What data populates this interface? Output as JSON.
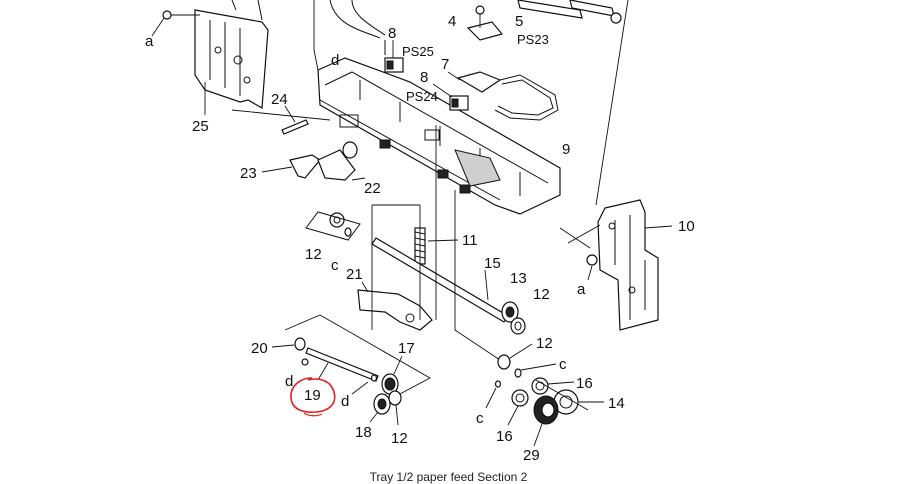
{
  "labels": {
    "a_top": "a",
    "n25": "25",
    "n24": "24",
    "d_top": "d",
    "n8_top": "8",
    "ps25": "PS25",
    "n4": "4",
    "n5": "5",
    "ps23": "PS23",
    "n7": "7",
    "n8_mid": "8",
    "ps24": "PS24",
    "n9": "9",
    "n23": "23",
    "n22": "22",
    "n10": "10",
    "n12_a": "12",
    "c_a": "c",
    "n11": "11",
    "n15": "15",
    "n13": "13",
    "n12_b": "12",
    "a_right": "a",
    "n21": "21",
    "n20": "20",
    "n17": "17",
    "n12_c": "12",
    "c_b": "c",
    "d_left": "d",
    "n19": "19",
    "d_bottom": "d",
    "n16_a": "16",
    "n14": "14",
    "n18": "18",
    "n12_d": "12",
    "c_c": "c",
    "n16_b": "16",
    "n29": "29"
  },
  "caption": "Tray 1/2 paper feed Section 2",
  "colors": {
    "highlight_circle": "#e0201f",
    "line": "#111111"
  }
}
